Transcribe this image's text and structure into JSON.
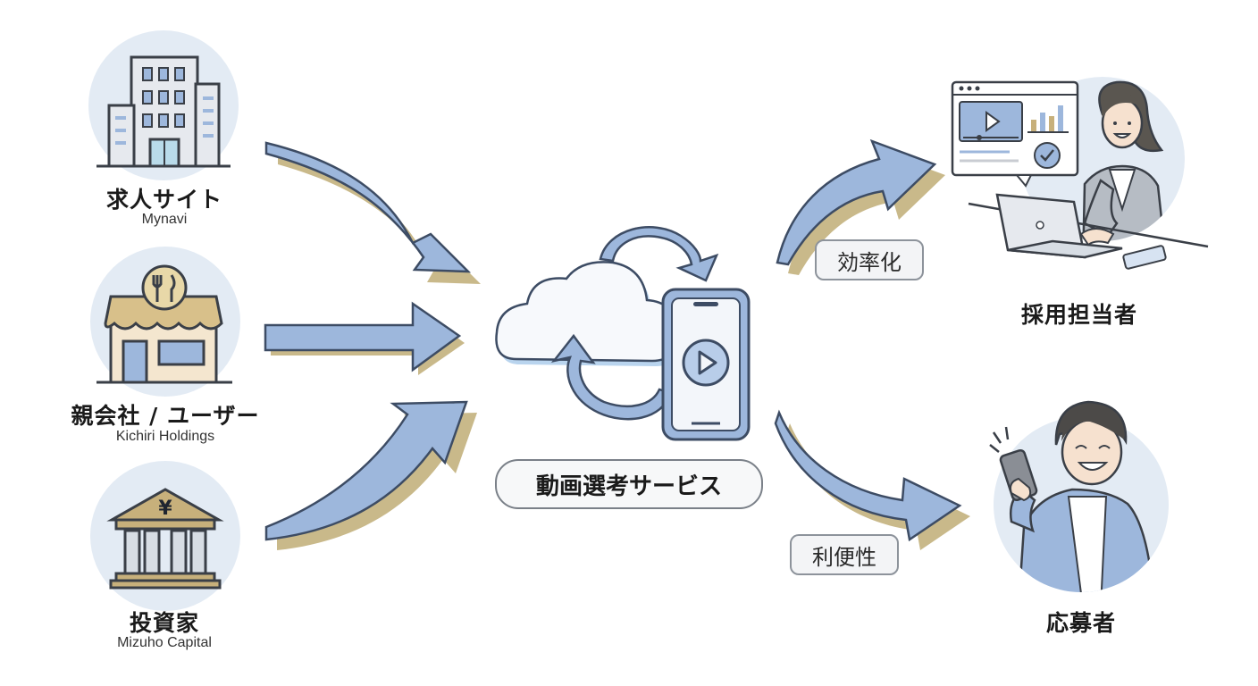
{
  "sources": [
    {
      "title": "求人サイト",
      "subtitle": "Mynavi",
      "icon": "office-building-icon"
    },
    {
      "title": "親会社 / ユーザー",
      "subtitle": "Kichiri Holdings",
      "icon": "restaurant-storefront-icon"
    },
    {
      "title": "投資家",
      "subtitle": "Mizuho Capital",
      "icon": "bank-yen-icon"
    }
  ],
  "bank_symbol": "¥",
  "center": {
    "label": "動画選考サービス",
    "icon": "cloud-smartphone-video-icon"
  },
  "targets": [
    {
      "title": "採用担当者",
      "benefit": "効率化",
      "icon": "recruiter-dashboard-icon"
    },
    {
      "title": "応募者",
      "benefit": "利便性",
      "icon": "applicant-phone-icon"
    }
  ],
  "colors": {
    "arrow_fill": "#9db7dc",
    "arrow_stroke": "#3d4c64",
    "arrow_shadow": "#c9b98a",
    "circle_bg": "#e3ebf4",
    "gold": "#c7b07b"
  }
}
